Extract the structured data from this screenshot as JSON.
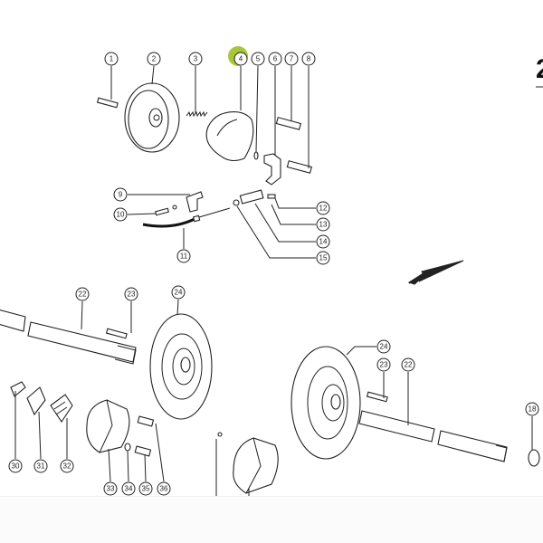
{
  "page_number": "2",
  "highlight_color": "#a9c63a",
  "callouts": {
    "c1": "1",
    "c2": "2",
    "c3": "3",
    "c4": "4",
    "c5": "5",
    "c6": "6",
    "c7": "7",
    "c8": "8",
    "c9": "9",
    "c10": "10",
    "c11": "11",
    "c12": "12",
    "c13": "13",
    "c14": "14",
    "c15": "15",
    "c22a": "22",
    "c23a": "23",
    "c24a": "24",
    "c24b": "24",
    "c23b": "23",
    "c22b": "22",
    "c18": "18",
    "c30": "30",
    "c31": "31",
    "c32": "32",
    "c33": "33",
    "c34": "34",
    "c35": "35",
    "c36": "36"
  }
}
